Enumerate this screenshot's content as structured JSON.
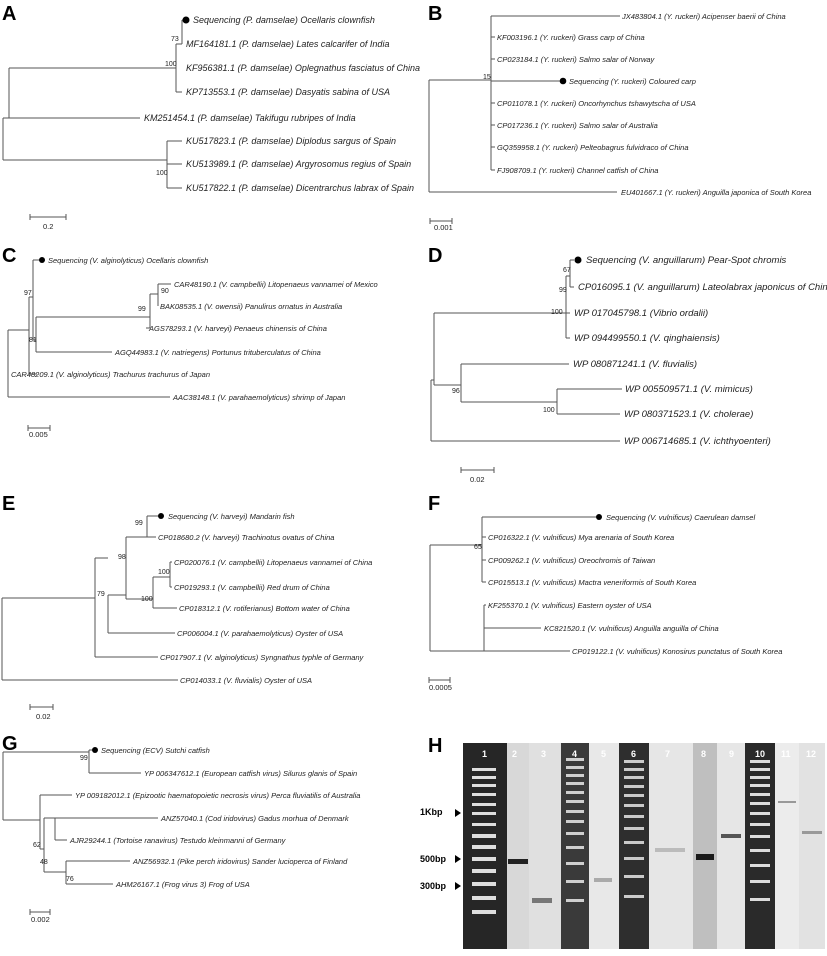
{
  "panels": {
    "A": {
      "letter": "A",
      "leaves": [
        "Sequencing (P. damselae) Ocellaris clownfish",
        "MF164181.1 (P. damselae) Lates calcarifer of India",
        "KF956381.1 (P. damselae) Oplegnathus fasciatus of China",
        "KP713553.1 (P. damselae) Dasyatis sabina of USA",
        "KM251454.1 (P. damselae) Takifugu rubripes of India",
        "KU517823.1 (P. damselae) Diplodus sargus of Spain",
        "KU513989.1 (P. damselae) Argyrosomus regius of Spain",
        "KU517822.1 (P. damselae) Dicentrarchus labrax of Spain"
      ],
      "bootstraps": [
        "73",
        "100",
        "100"
      ],
      "scale": "0.2"
    },
    "B": {
      "letter": "B",
      "leaves": [
        "JX483804.1 (Y. ruckeri) Acipenser baerii of China",
        "KF003196.1 (Y. ruckeri) Grass carp of China",
        "CP023184.1 (Y. ruckeri) Salmo salar of Norway",
        "Sequencing (Y. ruckeri) Coloured carp",
        "CP011078.1 (Y. ruckeri) Oncorhynchus tshawytscha of USA",
        "CP017236.1 (Y. ruckeri) Salmo salar of Australia",
        "GQ359958.1 (Y. ruckeri) Pelteobagrus fulvidraco of China",
        "FJ908709.1 (Y. ruckeri) Channel catfish of China",
        "EU401667.1 (Y. ruckeri) Anguilla japonica of South Korea"
      ],
      "bootstraps": [
        "15"
      ],
      "scale": "0.001"
    },
    "C": {
      "letter": "C",
      "leaves": [
        "Sequencing (V. alginolyticus) Ocellaris clownfish",
        "CAR48190.1 (V. campbellii) Litopenaeus vannamei of Mexico",
        "BAK08535.1 (V. owensii) Panulirus ornatus in Australia",
        "AGS78293.1 (V. harveyi) Penaeus chinensis of China",
        "AGQ44983.1 (V. natriegens) Portunus trituberculatus of China",
        "CAR48209.1 (V. alginolyticus) Trachurus trachurus of Japan",
        "AAC38148.1 (V. parahaemolyticus) shrimp of Japan"
      ],
      "bootstraps": [
        "97",
        "90",
        "99",
        "81"
      ],
      "scale": "0.005"
    },
    "D": {
      "letter": "D",
      "leaves": [
        "Sequencing (V. anguillarum) Pear-Spot chromis",
        "CP016095.1 (V. anguillarum) Lateolabrax japonicus of China",
        "WP 017045798.1 (Vibrio ordalii)",
        "WP 094499550.1 (V. qinghaiensis)",
        "WP 080871241.1 (V. fluvialis)",
        "WP 005509571.1 (V. mimicus)",
        "WP 080371523.1 (V. cholerae)",
        "WP 006714685.1 (V. ichthyoenteri)"
      ],
      "bootstraps": [
        "67",
        "99",
        "100",
        "96",
        "100"
      ],
      "scale": "0.02"
    },
    "E": {
      "letter": "E",
      "leaves": [
        "Sequencing (V. harveyi) Mandarin fish",
        "CP018680.2 (V. harveyi) Trachinotus ovatus of China",
        "CP020076.1 (V. campbellii) Litopenaeus vannamei of China",
        "CP019293.1 (V. campbellii) Red drum of China",
        "CP018312.1 (V. rotiferianus) Bottom water of China",
        "CP006004.1 (V. parahaemolyticus) Oyster of USA",
        "CP017907.1 (V. alginolyticus) Syngnathus typhle of Germany",
        "CP014033.1 (V. fluvialis) Oyster of USA"
      ],
      "bootstraps": [
        "99",
        "98",
        "100",
        "100",
        "79"
      ],
      "scale": "0.02"
    },
    "F": {
      "letter": "F",
      "leaves": [
        "Sequencing (V. vulnificus) Caerulean damsel",
        "CP016322.1 (V. vulnificus) Mya arenaria of South Korea",
        "CP009262.1 (V. vulnificus) Oreochromis of Taiwan",
        "CP015513.1 (V. vulnificus) Mactra veneriformis of South Korea",
        "KF255370.1 (V. vulnificus) Eastern oyster of USA",
        "KC821520.1 (V. vulnificus) Anguilla anguilla of China",
        "CP019122.1 (V. vulnificus) Konosirus punctatus of South Korea"
      ],
      "bootstraps": [
        "65"
      ],
      "scale": "0.0005"
    },
    "G": {
      "letter": "G",
      "leaves": [
        "Sequencing (ECV) Sutchi catfish",
        "YP 006347612.1 (European catfish virus) Silurus glanis of Spain",
        "YP 009182012.1 (Epizootic haematopoietic necrosis virus) Perca fluviatilis of Australia",
        "ANZ57040.1 (Cod iridovirus) Gadus morhua of Denmark",
        "AJR29244.1 (Tortoise ranavirus) Testudo kleinmanni of Germany",
        "ANZ56932.1 (Pike perch iridovirus) Sander lucioperca of Finland",
        "AHM26167.1 (Frog virus 3) Frog of USA"
      ],
      "bootstraps": [
        "99",
        "62",
        "48",
        "76"
      ],
      "scale": "0.002"
    },
    "H": {
      "letter": "H",
      "markers": [
        "1Kbp",
        "500bp",
        "300bp"
      ],
      "lanes": [
        "1",
        "2",
        "3",
        "4",
        "5",
        "6",
        "7",
        "8",
        "9",
        "10",
        "11",
        "12"
      ]
    }
  },
  "colors": {
    "gel_dark": "#2a2a2a",
    "gel_light": "#e6e6e6",
    "line": "#555555"
  }
}
